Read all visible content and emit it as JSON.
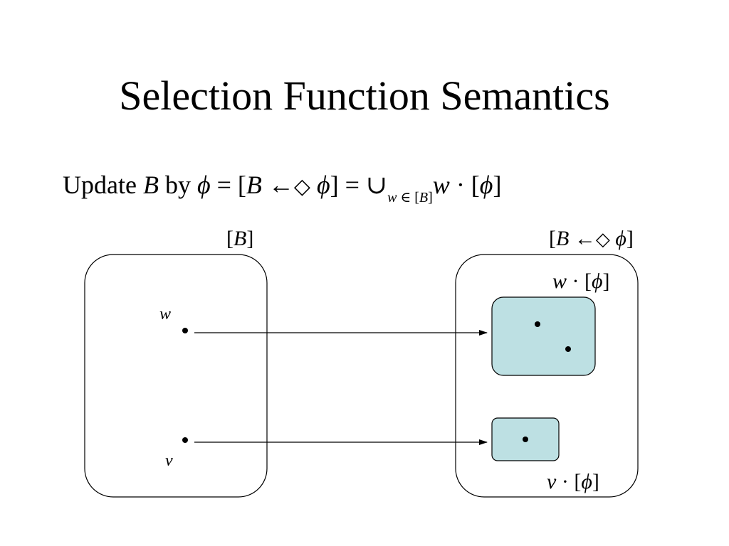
{
  "title": "Selection Function Semantics",
  "formula": {
    "prefix": "Update ",
    "var_b": "B",
    "by": " by ",
    "phi": "ϕ",
    "eq1": " = [",
    "var_b2": "B",
    "arrow": " ←",
    "diamond": "◇",
    "phi2": " ϕ",
    "close_eq": "] = ",
    "union": "∪",
    "sub_w": "w",
    "sub_in": " ∈ [",
    "sub_b": "B",
    "sub_close": "]",
    "w": "w",
    "dot_bracket": " · [",
    "phi3": "ϕ",
    "close": "]"
  },
  "left_box": {
    "label_open": "[",
    "label_var": "B",
    "label_close": "]",
    "point_w": "w",
    "point_v": "v"
  },
  "right_box": {
    "label_open": "[",
    "label_var": "B",
    "label_arrow": " ←",
    "label_diamond": "◇",
    "label_phi": " ϕ",
    "label_close": "]",
    "w_region_var": "w",
    "w_region_rest": " · [",
    "w_region_phi": "ϕ",
    "w_region_close": "]",
    "v_region_var": "v",
    "v_region_rest": " · [",
    "v_region_phi": "ϕ",
    "v_region_close": "]"
  },
  "colors": {
    "region_fill": "#bde0e3",
    "stroke": "#000000"
  }
}
